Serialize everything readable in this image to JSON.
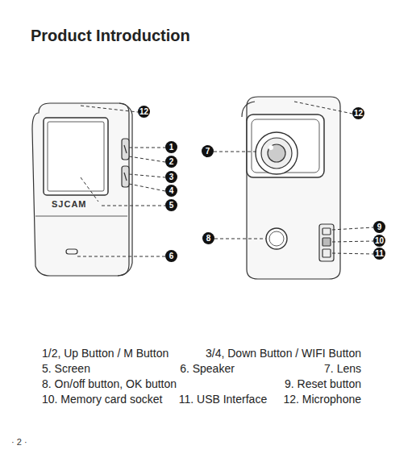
{
  "diagram": {
    "title": "Product Introduction",
    "labels": [
      "12",
      "1",
      "2",
      "3",
      "4",
      "5",
      "6",
      "SJCAM",
      "7",
      "8",
      "12",
      "9",
      "10",
      "11",
      "1/2, Up Button / M Button",
      "3/4, Down Button / WIFI Button",
      "5. Screen",
      "6. Speaker",
      "7. Lens",
      "8. On/off button, OK button",
      "9. Reset button",
      "10. Memory card socket",
      "11. USB Interface",
      "12. Microphone",
      "· 2 ·"
    ]
  }
}
